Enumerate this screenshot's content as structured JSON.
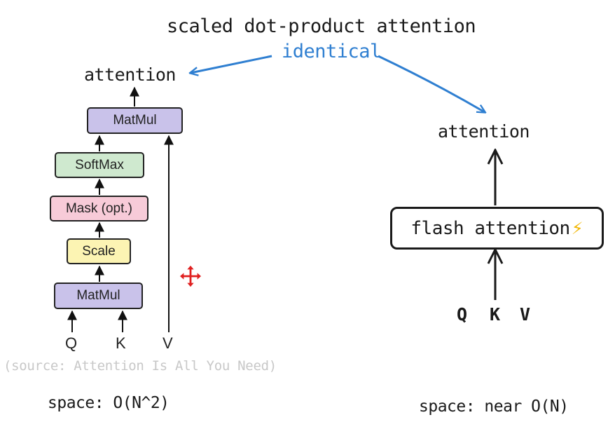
{
  "title": "scaled dot-product attention",
  "identical_label": "identical",
  "left": {
    "output_label": "attention",
    "blocks": {
      "matmul_top": "MatMul",
      "softmax": "SoftMax",
      "mask": "Mask (opt.)",
      "scale": "Scale",
      "matmul_bottom": "MatMul"
    },
    "inputs": {
      "q": "Q",
      "k": "K",
      "v": "V"
    },
    "source": "(source: Attention Is All You Need)",
    "space": "space: O(N^2)"
  },
  "right": {
    "output_label": "attention",
    "flash_label": "flash attention",
    "inputs": {
      "q": "Q",
      "k": "K",
      "v": "V"
    },
    "space": "space: near O(N)"
  },
  "colors": {
    "accent_blue": "#2f7fd1",
    "matmul": "#c9c2ea",
    "softmax": "#cfe9cf",
    "mask": "#f7cbd8",
    "scale": "#fcf4b3",
    "lightning": "#f2b705",
    "move_icon": "#e02020"
  },
  "icons": {
    "lightning": "lightning-icon",
    "cursor": "move-cursor-icon"
  }
}
